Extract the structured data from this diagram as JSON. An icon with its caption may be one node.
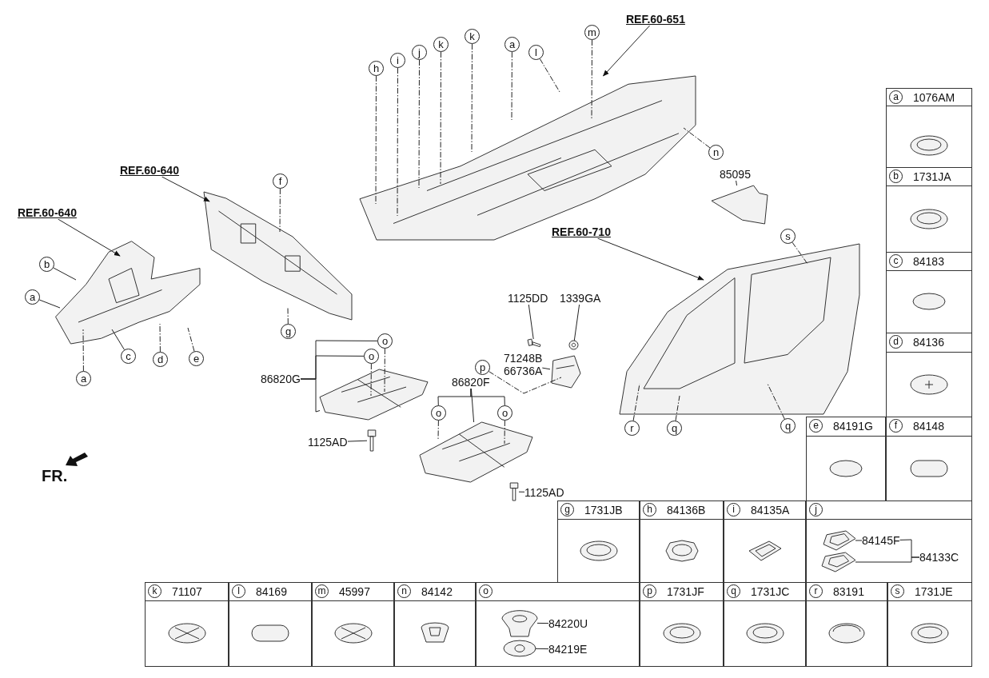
{
  "diagram": {
    "nodes": [
      {
        "text": [],
        "shape": "picture"
      },
      {
        "text": [],
        "shape": "picture"
      },
      {
        "text": [],
        "shape": "picture"
      },
      {
        "text": [],
        "shape": "picture"
      },
      {
        "text": [],
        "shape": "picture"
      },
      {
        "text": [],
        "shape": "picture"
      },
      {
        "text": [],
        "shape": "picture"
      },
      {
        "text": [],
        "shape": "picture"
      },
      {
        "text": [],
        "shape": "picture"
      },
      {
        "text": [],
        "shape": "picture"
      },
      {
        "text": [],
        "shape": "picture"
      },
      {
        "text": [],
        "shape": "picture"
      },
      {
        "text": [
          "REF.60-640"
        ]
      },
      {
        "text": [
          "REF.60-640"
        ]
      },
      {
        "text": [
          "REF.60-651"
        ]
      },
      {
        "text": [
          "REF.60-710"
        ]
      },
      {
        "text": [
          "85095"
        ]
      },
      {
        "text": [
          "1125DD"
        ]
      },
      {
        "text": [
          "1339GA"
        ]
      },
      {
        "text": [
          "71248B",
          "66736A"
        ]
      },
      {
        "text": [
          "86820G"
        ]
      },
      {
        "text": [
          "86820F"
        ]
      },
      {
        "text": [
          "1125AD"
        ]
      },
      {
        "text": [
          "1125AD"
        ]
      },
      {
        "text": [
          "m"
        ]
      },
      {
        "text": [
          "a"
        ]
      },
      {
        "text": [
          "l"
        ]
      },
      {
        "text": [
          "k"
        ]
      },
      {
        "text": [
          "k"
        ]
      },
      {
        "text": [
          "j"
        ]
      },
      {
        "text": [
          "i"
        ]
      },
      {
        "text": [
          "h"
        ]
      },
      {
        "text": [
          "n"
        ]
      },
      {
        "text": [
          "f"
        ]
      },
      {
        "text": [
          "s"
        ]
      },
      {
        "text": [
          "b"
        ]
      },
      {
        "text": [
          "a"
        ]
      },
      {
        "text": [
          "g"
        ]
      },
      {
        "text": [
          "e"
        ]
      },
      {
        "text": [
          "o"
        ]
      },
      {
        "text": [
          "c"
        ]
      },
      {
        "text": [
          "o"
        ]
      },
      {
        "text": [
          "d"
        ]
      },
      {
        "text": [
          "p"
        ]
      },
      {
        "text": [
          "q"
        ]
      },
      {
        "text": [
          "a"
        ]
      },
      {
        "text": [
          "r"
        ]
      },
      {
        "text": [
          "o"
        ]
      },
      {
        "text": [
          "o"
        ]
      },
      {
        "text": [
          "q"
        ]
      },
      {
        "text": [],
        "shape": "picture"
      },
      {
        "text": [],
        "shape": "picture"
      },
      {
        "text": [
          "84145F"
        ]
      },
      {
        "text": [
          "84133C"
        ]
      },
      {
        "text": [],
        "shape": "picture"
      },
      {
        "text": [],
        "shape": "picture"
      },
      {
        "text": [
          "84220U"
        ]
      },
      {
        "text": [
          "84219E"
        ]
      }
    ],
    "edges": [
      {
        "from": 12,
        "to": 0,
        "arrow": "to"
      },
      {
        "from": 13,
        "to": 1,
        "arrow": "to"
      },
      {
        "from": 14,
        "to": 2,
        "arrow": "to"
      },
      {
        "from": 15,
        "to": 11,
        "arrow": "to"
      },
      {
        "from": 16,
        "to": 10,
        "arrow": "none"
      },
      {
        "from": 17,
        "to": 6,
        "arrow": "none"
      },
      {
        "from": 18,
        "to": 7,
        "arrow": "none"
      },
      {
        "from": 19,
        "to": 5,
        "arrow": "none"
      },
      {
        "from": 20,
        "to": 39,
        "arrow": "none"
      },
      {
        "from": 20,
        "to": 41,
        "arrow": "none"
      },
      {
        "from": 20,
        "to": 3,
        "arrow": "none"
      },
      {
        "from": 21,
        "to": 47,
        "arrow": "none"
      },
      {
        "from": 21,
        "to": 48,
        "arrow": "none"
      },
      {
        "from": 21,
        "to": 4,
        "arrow": "none"
      },
      {
        "from": 22,
        "to": 8,
        "arrow": "none"
      },
      {
        "from": 23,
        "to": 9,
        "arrow": "none"
      },
      {
        "from": 24,
        "to": 2,
        "arrow": "none",
        "style": "dashed"
      },
      {
        "from": 25,
        "to": 2,
        "arrow": "none",
        "style": "dashed"
      },
      {
        "from": 26,
        "to": 2,
        "arrow": "none",
        "style": "dashed"
      },
      {
        "from": 27,
        "to": 2,
        "arrow": "none",
        "style": "dashed"
      },
      {
        "from": 28,
        "to": 2,
        "arrow": "none",
        "style": "dashed"
      },
      {
        "from": 29,
        "to": 2,
        "arrow": "none",
        "style": "dashed"
      },
      {
        "from": 30,
        "to": 2,
        "arrow": "none",
        "style": "dashed"
      },
      {
        "from": 31,
        "to": 2,
        "arrow": "none",
        "style": "dashed"
      },
      {
        "from": 32,
        "to": 2,
        "arrow": "none",
        "style": "dashed"
      },
      {
        "from": 33,
        "to": 1,
        "arrow": "none",
        "style": "dashed"
      },
      {
        "from": 34,
        "to": 11,
        "arrow": "none",
        "style": "dashed"
      },
      {
        "from": 35,
        "to": 0,
        "arrow": "none"
      },
      {
        "from": 36,
        "to": 0,
        "arrow": "none"
      },
      {
        "from": 37,
        "to": 1,
        "arrow": "none",
        "style": "dashed"
      },
      {
        "from": 38,
        "to": 0,
        "arrow": "none",
        "style": "dashed"
      },
      {
        "from": 39,
        "to": 3,
        "arrow": "none",
        "style": "dashed"
      },
      {
        "from": 40,
        "to": 0,
        "arrow": "none"
      },
      {
        "from": 41,
        "to": 3,
        "arrow": "none",
        "style": "dashed"
      },
      {
        "from": 42,
        "to": 0,
        "arrow": "none",
        "style": "dashed"
      },
      {
        "from": 43,
        "to": 5,
        "arrow": "none",
        "style": "dashed"
      },
      {
        "from": 44,
        "to": 11,
        "arrow": "none",
        "style": "dashed"
      },
      {
        "from": 45,
        "to": 0,
        "arrow": "none",
        "style": "dashed"
      },
      {
        "from": 46,
        "to": 11,
        "arrow": "none",
        "style": "dashed"
      },
      {
        "from": 47,
        "to": 4,
        "arrow": "none",
        "style": "dashed"
      },
      {
        "from": 48,
        "to": 4,
        "arrow": "none",
        "style": "dashed"
      },
      {
        "from": 49,
        "to": 11,
        "arrow": "none",
        "style": "dashed"
      },
      {
        "from": 52,
        "to": 50,
        "arrow": "none"
      },
      {
        "from": 53,
        "to": 52,
        "arrow": "none"
      },
      {
        "from": 53,
        "to": 51,
        "arrow": "none"
      },
      {
        "from": 56,
        "to": 54,
        "arrow": "none"
      },
      {
        "from": 57,
        "to": 55,
        "arrow": "none"
      }
    ],
    "labels": [
      "a",
      "1076AM",
      "b",
      "1731JA",
      "c",
      "84183",
      "d",
      "84136",
      "e",
      "84191G",
      "f",
      "84148",
      "FR.",
      "g",
      "1731JB",
      "h",
      "84136B",
      "i",
      "84135A",
      "j",
      "k",
      "71107",
      "l",
      "84169",
      "m",
      "45997",
      "n",
      "84142",
      "o",
      "p",
      "1731JF",
      "q",
      "1731JC",
      "r",
      "83191",
      "s",
      "1731JE"
    ]
  }
}
